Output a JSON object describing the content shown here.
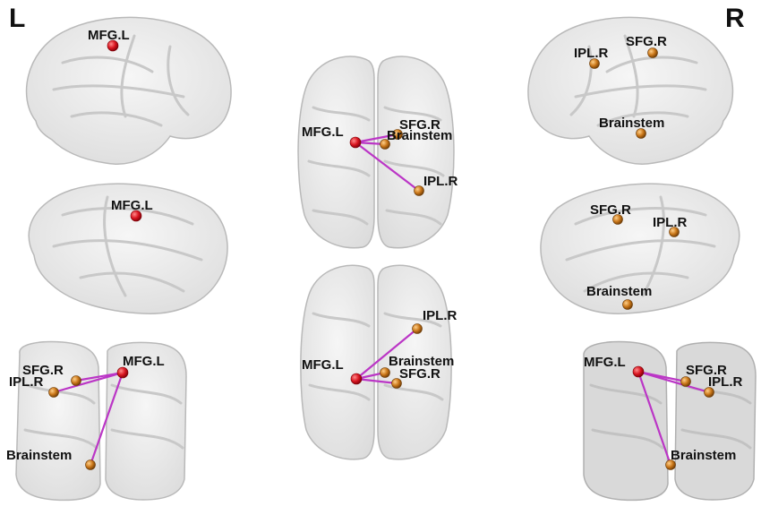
{
  "labels": {
    "left": "L",
    "right": "R"
  },
  "colors": {
    "seed_node": "#d8141f",
    "target_node": "#c97618",
    "edge": "#bb36c6",
    "brain_fill": "#e9e9e9",
    "brain_stroke": "#b9b9b9"
  },
  "node_styles": {
    "MFG.L": "seed",
    "SFG.R": "target",
    "IPL.R": "target",
    "Brainstem": "target"
  },
  "views": [
    {
      "id": "left-lateral",
      "nodes": [
        {
          "label": "MFG.L"
        }
      ],
      "edges": []
    },
    {
      "id": "left-medial",
      "nodes": [
        {
          "label": "MFG.L"
        }
      ],
      "edges": []
    },
    {
      "id": "posterior-left",
      "nodes": [
        {
          "label": "SFG.R"
        },
        {
          "label": "IPL.R"
        },
        {
          "label": "MFG.L"
        },
        {
          "label": "Brainstem"
        }
      ],
      "edges": [
        [
          "MFG.L",
          "SFG.R"
        ],
        [
          "MFG.L",
          "IPL.R"
        ],
        [
          "MFG.L",
          "Brainstem"
        ]
      ]
    },
    {
      "id": "dorsal",
      "nodes": [
        {
          "label": "MFG.L"
        },
        {
          "label": "SFG.R"
        },
        {
          "label": "Brainstem"
        },
        {
          "label": "IPL.R"
        }
      ],
      "edges": [
        [
          "MFG.L",
          "SFG.R"
        ],
        [
          "MFG.L",
          "Brainstem"
        ],
        [
          "MFG.L",
          "IPL.R"
        ]
      ]
    },
    {
      "id": "ventral",
      "nodes": [
        {
          "label": "IPL.R"
        },
        {
          "label": "MFG.L"
        },
        {
          "label": "Brainstem"
        },
        {
          "label": "SFG.R"
        }
      ],
      "edges": [
        [
          "MFG.L",
          "IPL.R"
        ],
        [
          "MFG.L",
          "Brainstem"
        ],
        [
          "MFG.L",
          "SFG.R"
        ]
      ]
    },
    {
      "id": "right-lateral",
      "nodes": [
        {
          "label": "IPL.R"
        },
        {
          "label": "SFG.R"
        },
        {
          "label": "Brainstem"
        }
      ],
      "edges": []
    },
    {
      "id": "right-medial",
      "nodes": [
        {
          "label": "SFG.R"
        },
        {
          "label": "IPL.R"
        },
        {
          "label": "Brainstem"
        }
      ],
      "edges": []
    },
    {
      "id": "posterior-right",
      "nodes": [
        {
          "label": "MFG.L"
        },
        {
          "label": "SFG.R"
        },
        {
          "label": "IPL.R"
        },
        {
          "label": "Brainstem"
        }
      ],
      "edges": [
        [
          "MFG.L",
          "SFG.R"
        ],
        [
          "MFG.L",
          "IPL.R"
        ],
        [
          "MFG.L",
          "Brainstem"
        ]
      ]
    }
  ]
}
